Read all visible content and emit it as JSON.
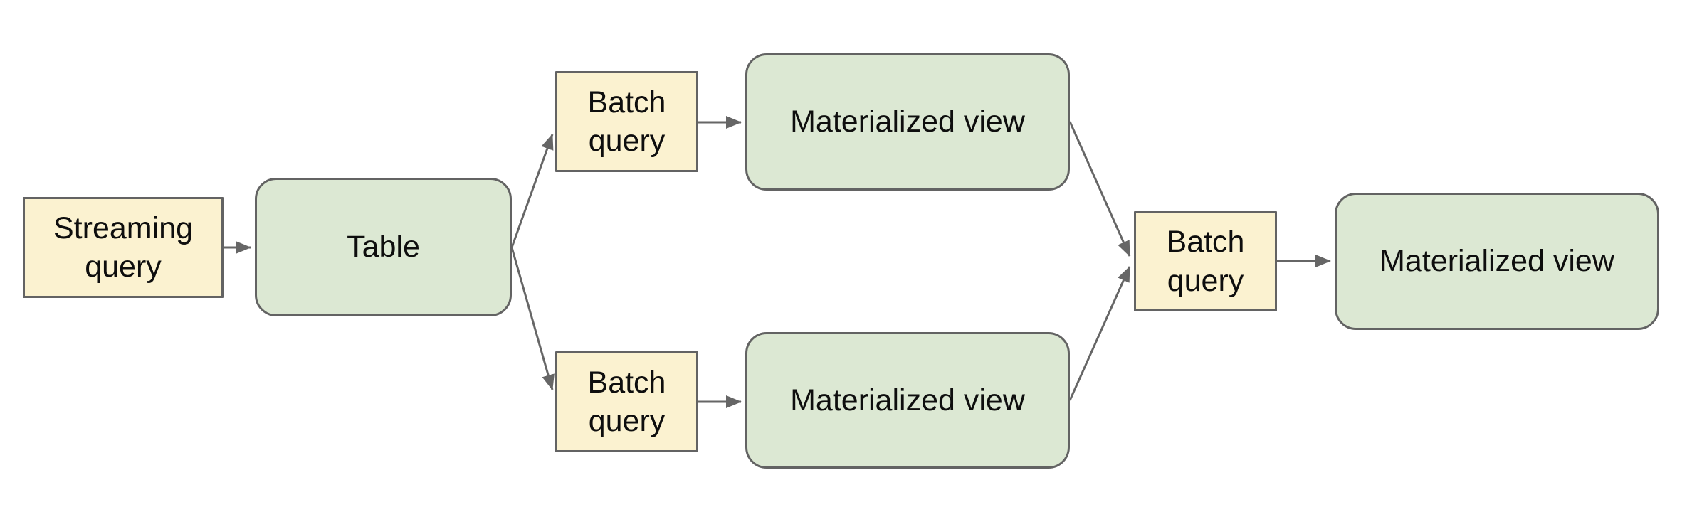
{
  "diagram": {
    "background_color": "#ffffff",
    "colors": {
      "query_box_fill": "#fbf2d0",
      "store_box_fill": "#dce8d3",
      "box_border": "#636363",
      "arrow": "#666666",
      "text": "#0e0e0e"
    },
    "nodes": [
      {
        "id": "streaming-query",
        "label": "Streaming query",
        "shape": "rectangle",
        "fill": "#fbf2d0"
      },
      {
        "id": "table",
        "label": "Table",
        "shape": "rounded-rectangle",
        "fill": "#dce8d3"
      },
      {
        "id": "batch-query-top",
        "label": "Batch query",
        "shape": "rectangle",
        "fill": "#fbf2d0"
      },
      {
        "id": "materialized-view-top",
        "label": "Materialized view",
        "shape": "rounded-rectangle",
        "fill": "#dce8d3"
      },
      {
        "id": "batch-query-bottom",
        "label": "Batch query",
        "shape": "rectangle",
        "fill": "#fbf2d0"
      },
      {
        "id": "materialized-view-bottom",
        "label": "Materialized view",
        "shape": "rounded-rectangle",
        "fill": "#dce8d3"
      },
      {
        "id": "batch-query-merge",
        "label": "Batch query",
        "shape": "rectangle",
        "fill": "#fbf2d0"
      },
      {
        "id": "materialized-view-final",
        "label": "Materialized view",
        "shape": "rounded-rectangle",
        "fill": "#dce8d3"
      }
    ],
    "edges": [
      {
        "from": "streaming-query",
        "to": "table"
      },
      {
        "from": "table",
        "to": "batch-query-top"
      },
      {
        "from": "batch-query-top",
        "to": "materialized-view-top"
      },
      {
        "from": "table",
        "to": "batch-query-bottom"
      },
      {
        "from": "batch-query-bottom",
        "to": "materialized-view-bottom"
      },
      {
        "from": "materialized-view-top",
        "to": "batch-query-merge"
      },
      {
        "from": "materialized-view-bottom",
        "to": "batch-query-merge"
      },
      {
        "from": "batch-query-merge",
        "to": "materialized-view-final"
      }
    ]
  }
}
